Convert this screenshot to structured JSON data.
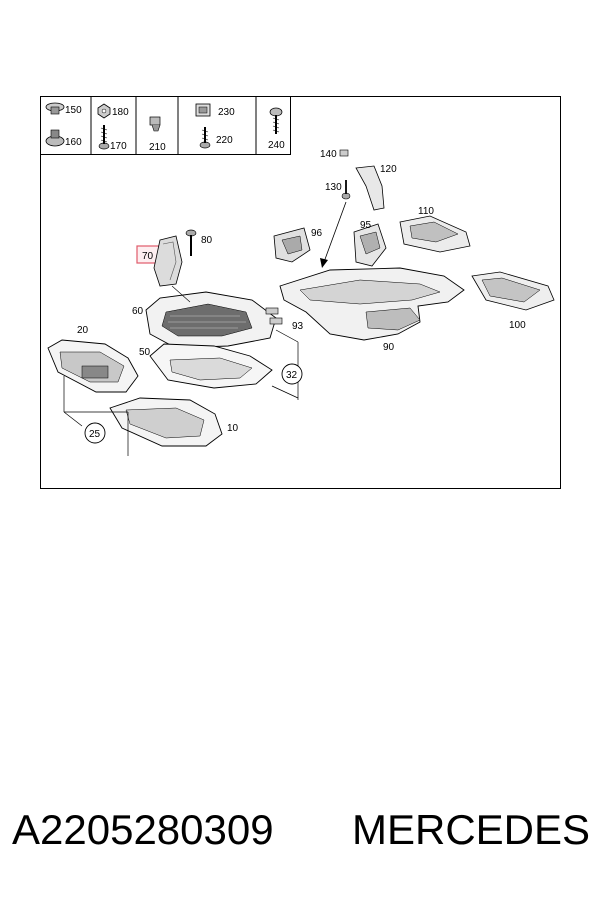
{
  "diagram": {
    "legend": {
      "cells": [
        {
          "codes": [
            "150",
            "160"
          ]
        },
        {
          "codes": [
            "180",
            "170"
          ]
        },
        {
          "codes": [
            "210"
          ]
        },
        {
          "codes": [
            "230",
            "220"
          ]
        },
        {
          "codes": [
            "240"
          ]
        }
      ]
    },
    "callouts": {
      "p10": "10",
      "p20": "20",
      "p25": "25",
      "p32": "32",
      "p50": "50",
      "p60": "60",
      "p70": "70",
      "p80": "80",
      "p90": "90",
      "p93": "93",
      "p95": "95",
      "p96": "96",
      "p100": "100",
      "p110": "110",
      "p120": "120",
      "p130": "130",
      "p140": "140"
    },
    "highlight_color": "#e05a6a"
  },
  "caption": {
    "part_number": "A2205280309",
    "brand": "MERCEDES"
  }
}
